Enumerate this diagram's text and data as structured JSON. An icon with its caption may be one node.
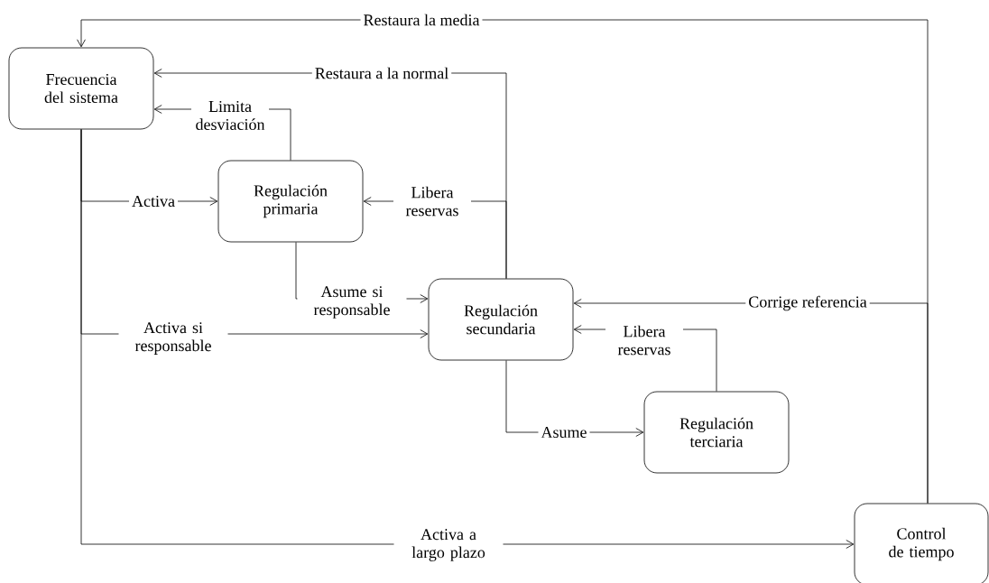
{
  "diagram": {
    "nodes": [
      {
        "text": [
          "Frecuencia del sistema"
        ]
      },
      {
        "text": [
          "Regulación primaria"
        ]
      },
      {
        "text": [
          "Regulación secundaria"
        ]
      },
      {
        "text": [
          "Regulación terciaria"
        ]
      },
      {
        "text": [
          "Control de tiempo"
        ]
      }
    ],
    "edges": [
      {
        "from": 4,
        "to": 0,
        "arrow": "to",
        "label": "Restaura la media"
      },
      {
        "from": 2,
        "to": 0,
        "arrow": "to",
        "label": "Restaura a la normal"
      },
      {
        "from": 1,
        "to": 0,
        "arrow": "to",
        "label": "Limita desviación"
      },
      {
        "from": 0,
        "to": 1,
        "arrow": "to",
        "label": "Activa"
      },
      {
        "from": 2,
        "to": 1,
        "arrow": "to",
        "label": "Libera reservas"
      },
      {
        "from": 1,
        "to": 2,
        "arrow": "to",
        "label": "Asume si responsable"
      },
      {
        "from": 0,
        "to": 2,
        "arrow": "to",
        "label": "Activa si responsable"
      },
      {
        "from": 4,
        "to": 2,
        "arrow": "to",
        "label": "Corrige referencia"
      },
      {
        "from": 3,
        "to": 2,
        "arrow": "to",
        "label": "Libera reservas"
      },
      {
        "from": 2,
        "to": 3,
        "arrow": "to",
        "label": "Asume"
      },
      {
        "from": 0,
        "to": 4,
        "arrow": "to",
        "label": "Activa a largo plazo"
      }
    ]
  }
}
